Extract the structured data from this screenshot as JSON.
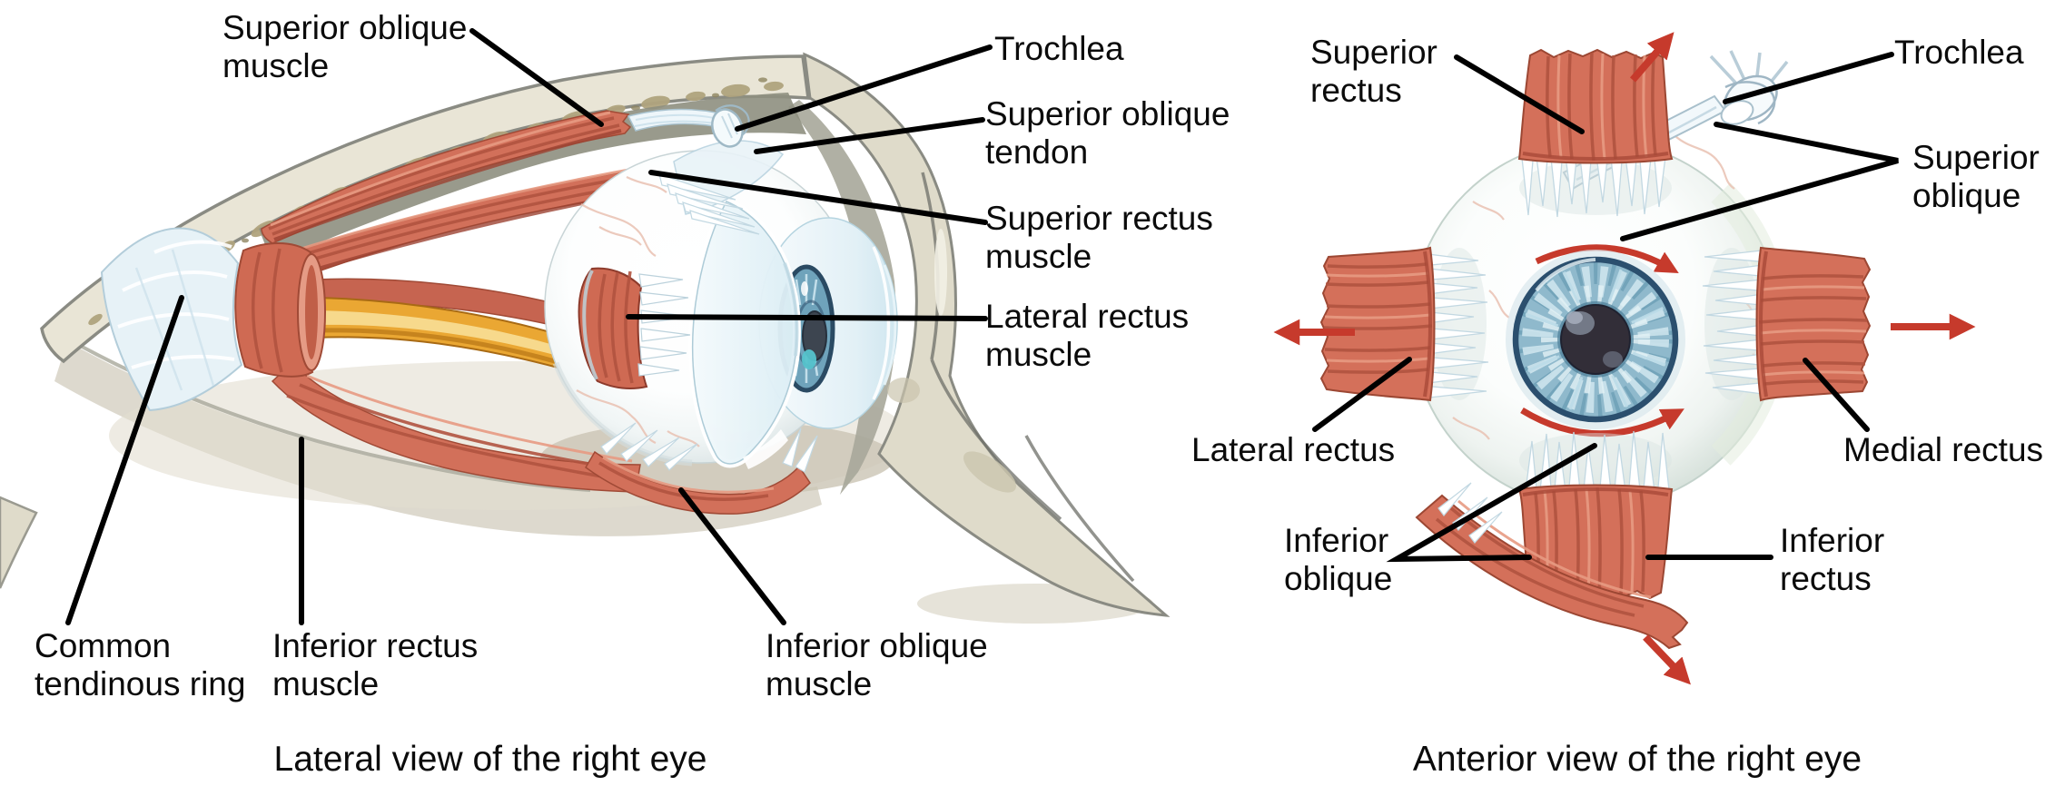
{
  "figure": {
    "type": "anatomical-diagram",
    "subject": "Extraocular muscles of the right eye",
    "left_panel": {
      "caption": "Lateral view of the right eye",
      "labels": {
        "superior_oblique_muscle": [
          "Superior oblique",
          "muscle"
        ],
        "trochlea": "Trochlea",
        "superior_oblique_tendon": [
          "Superior oblique",
          "tendon"
        ],
        "superior_rectus_muscle": [
          "Superior rectus",
          "muscle"
        ],
        "lateral_rectus_muscle": [
          "Lateral rectus",
          "muscle"
        ],
        "common_tendinous_ring": [
          "Common",
          "tendinous ring"
        ],
        "inferior_rectus_muscle": [
          "Inferior rectus",
          "muscle"
        ],
        "inferior_oblique_muscle": [
          "Inferior oblique",
          "muscle"
        ]
      }
    },
    "right_panel": {
      "caption": "Anterior view of the right eye",
      "labels": {
        "superior_rectus": [
          "Superior",
          "rectus"
        ],
        "trochlea": "Trochlea",
        "superior_oblique": [
          "Superior",
          "oblique"
        ],
        "lateral_rectus": "Lateral rectus",
        "medial_rectus": "Medial rectus",
        "inferior_oblique": [
          "Inferior",
          "oblique"
        ],
        "inferior_rectus": [
          "Inferior",
          "rectus"
        ]
      }
    },
    "colors": {
      "background": "#ffffff",
      "muscle": "#d2705a",
      "muscle_shadow": "#a84a38",
      "bone": "#e9e5d6",
      "bone_speckle": "#b0a47e",
      "tendon_white": "#f2f8fb",
      "sclera": "#fdfefe",
      "iris_blue": "#8fb9cc",
      "pupil": "#322e38",
      "optic_nerve": "#eaa733",
      "arrow_red": "#c63a2c",
      "leader_line": "#000000"
    }
  }
}
